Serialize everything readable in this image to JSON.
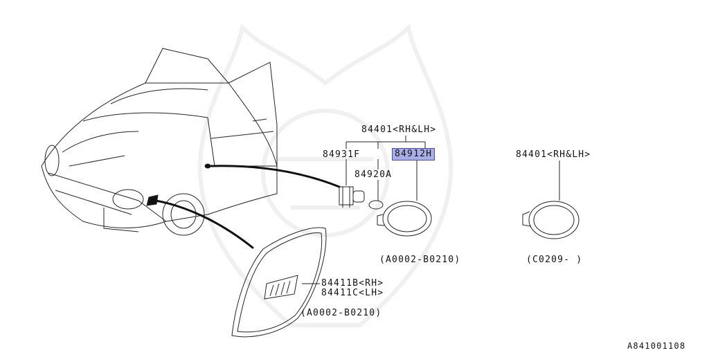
{
  "diagram": {
    "parts": {
      "assy_top": "84401<RH&LH>",
      "socket": "84931F",
      "bulb": "84920A",
      "lens_hl": "84912H",
      "assy_right": "84401<RH&LH>",
      "cover_rh": "84411B<RH>",
      "cover_lh": "84411C<LH>"
    },
    "ranges": {
      "center": "(A0002-B0210)",
      "right": "(C0209-       )",
      "cover": "(A0002-B0210)"
    },
    "figure_id": "A841001108",
    "highlight_color": "#a9aee6"
  }
}
